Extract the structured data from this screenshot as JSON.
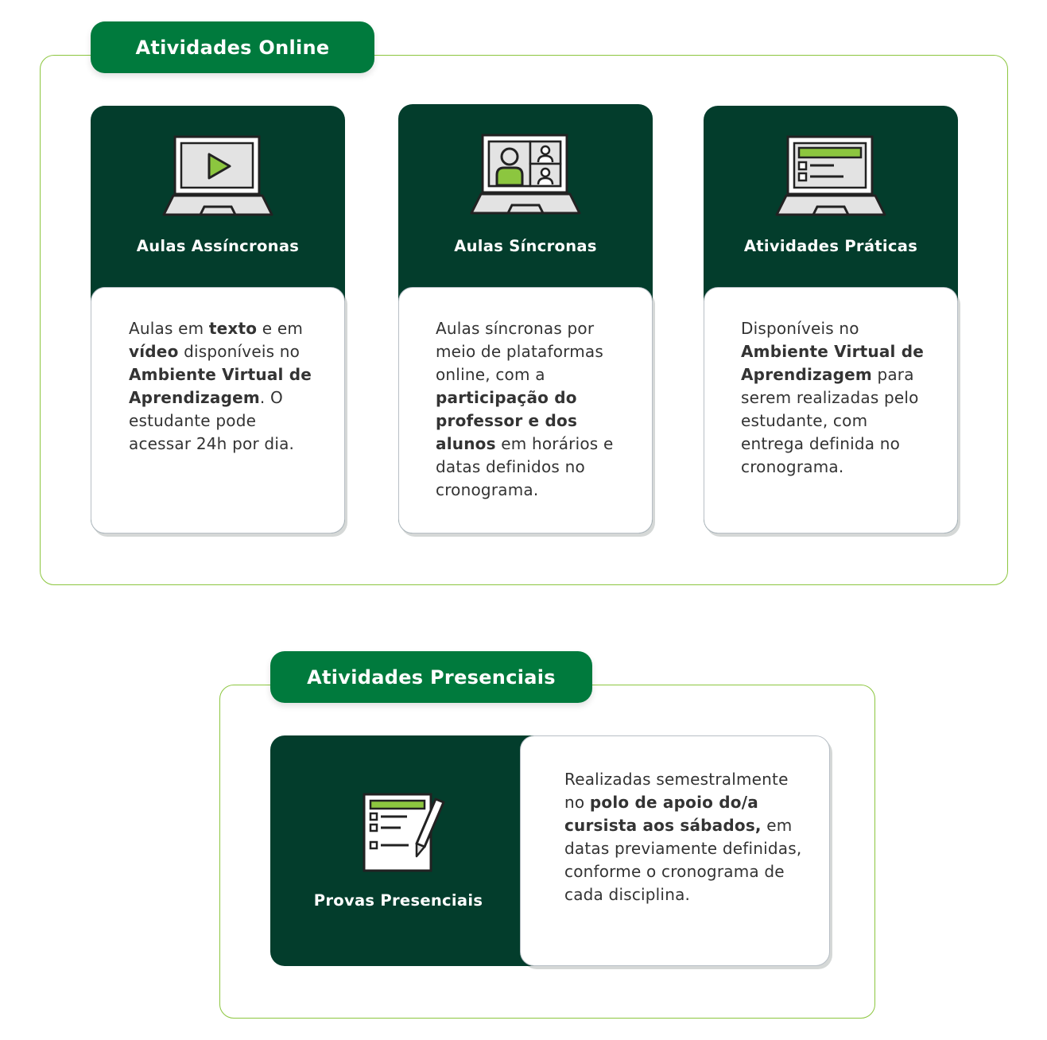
{
  "online": {
    "label": "Atividades Online",
    "cards": [
      {
        "title": "Aulas Assíncronas",
        "icon": "laptop-play-icon",
        "desc": [
          {
            "t": "Aulas em ",
            "b": false
          },
          {
            "t": "texto",
            "b": true
          },
          {
            "t": " e em ",
            "b": false
          },
          {
            "t": "vídeo",
            "b": true
          },
          {
            "t": " disponíveis no ",
            "b": false
          },
          {
            "t": "Ambiente Virtual de Aprendizagem",
            "b": true
          },
          {
            "t": ". O estudante pode acessar 24h por dia.",
            "b": false
          }
        ]
      },
      {
        "title": "Aulas Síncronas",
        "icon": "laptop-video-call-icon",
        "desc": [
          {
            "t": "Aulas síncronas por meio de plataformas online, com a ",
            "b": false
          },
          {
            "t": "participação do professor e dos alunos",
            "b": true
          },
          {
            "t": " em horários e datas definidos no cronograma.",
            "b": false
          }
        ]
      },
      {
        "title": "Atividades Práticas",
        "icon": "laptop-checklist-icon",
        "desc": [
          {
            "t": "Disponíveis no ",
            "b": false
          },
          {
            "t": "Ambiente Virtual de Aprendizagem",
            "b": true
          },
          {
            "t": " para serem realizadas pelo estudante, com entrega definida no cronograma.",
            "b": false
          }
        ]
      }
    ]
  },
  "presencial": {
    "label": "Atividades Presenciais",
    "card": {
      "title": "Provas Presenciais",
      "icon": "exam-pencil-icon",
      "desc": [
        {
          "t": "Realizadas semestralmente no ",
          "b": false
        },
        {
          "t": "polo de apoio do/a cursista aos sábados,",
          "b": true
        },
        {
          "t": " em datas previamente definidas, conforme o cronograma de cada disciplina.",
          "b": false
        }
      ]
    }
  },
  "colors": {
    "pill_green": "#007a3d",
    "dark_green": "#033d2c",
    "accent_green": "#8cc63f",
    "text": "#333333"
  }
}
